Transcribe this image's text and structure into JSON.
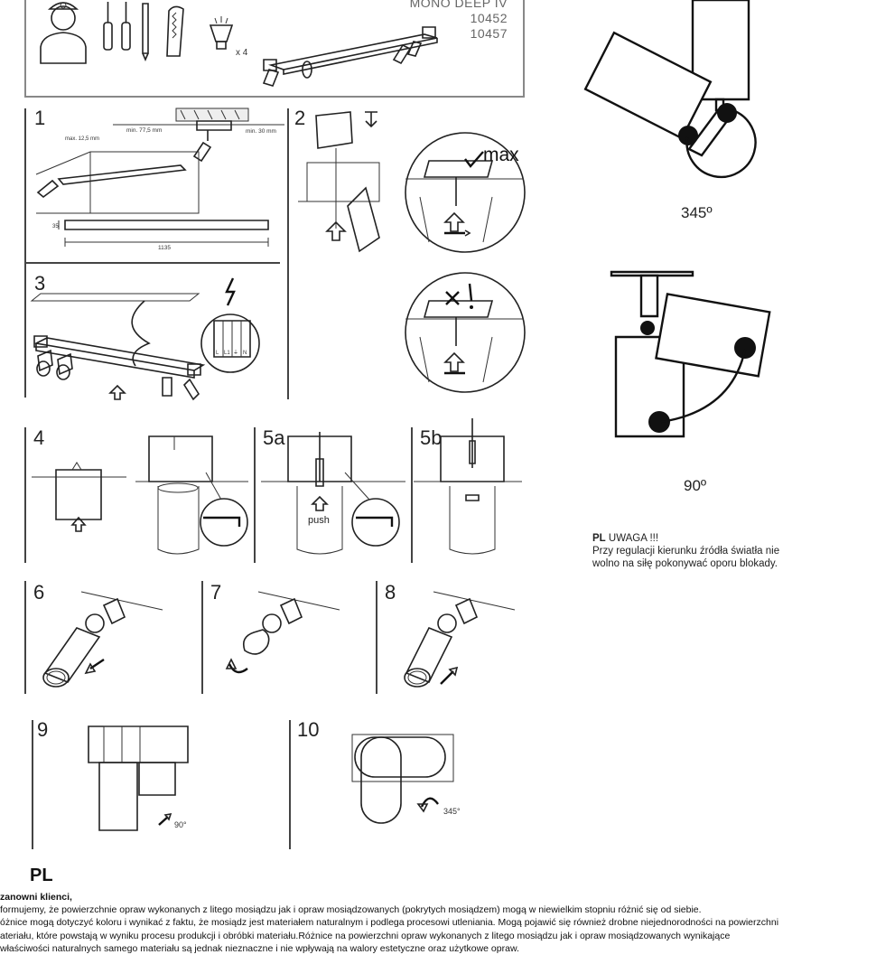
{
  "header": {
    "product_name": "MONO DEEP IV",
    "codes": [
      "10452",
      "10457"
    ],
    "bulb_count": "x 4"
  },
  "steps": {
    "s1": "1",
    "s2": "2",
    "s3": "3",
    "s4": "4",
    "s5a": "5a",
    "s5b": "5b",
    "s6": "6",
    "s7": "7",
    "s8": "8",
    "s9": "9",
    "s10": "10"
  },
  "step1_dims": {
    "max": "max. 12,5 mm",
    "min_a": "min. 77,5 mm",
    "min_b": "min. 30 mm",
    "length": "1135",
    "height": "35"
  },
  "step2_labels": {
    "max": "max"
  },
  "step3_terminals": [
    "L",
    "L1",
    "⏚",
    "N"
  ],
  "step5a_labels": {
    "push": "push"
  },
  "step9_angle": "90°",
  "step10_angle": "345°",
  "diagrams": {
    "angle_top": "345º",
    "angle_bottom": "90º"
  },
  "warning": {
    "lang": "PL",
    "title": "UWAGA !!!",
    "text": "Przy regulacji kierunku źródła światła nie wolno na siłę pokonywać oporu blokady."
  },
  "footer": {
    "lang": "PL",
    "greeting": "zanowni klienci,",
    "lines": [
      "formujemy, że powierzchnie opraw wykonanych z litego mosiądzu jak i opraw mosiądzowanych (pokrytych mosiądzem) mogą w niewielkim stopniu różnić się od siebie.",
      "óżnice mogą dotyczyć koloru i wynikać z faktu, że mosiądz jest materiałem naturalnym i podlega procesowi utleniania. Mogą pojawić się również drobne niejednorodności na powierzchni",
      "ateriału, które powstają w wyniku procesu produkcji i obróbki materiału.Różnice na powierzchni opraw wykonanych z litego mosiądzu jak i opraw mosiądzowanych wynikające",
      "właściwości naturalnych samego materiału są jednak nieznaczne i nie wpływają na walory estetyczne oraz użytkowe opraw."
    ]
  },
  "colors": {
    "line": "#222222",
    "box_border": "#888888",
    "text": "#1a1a1a"
  }
}
